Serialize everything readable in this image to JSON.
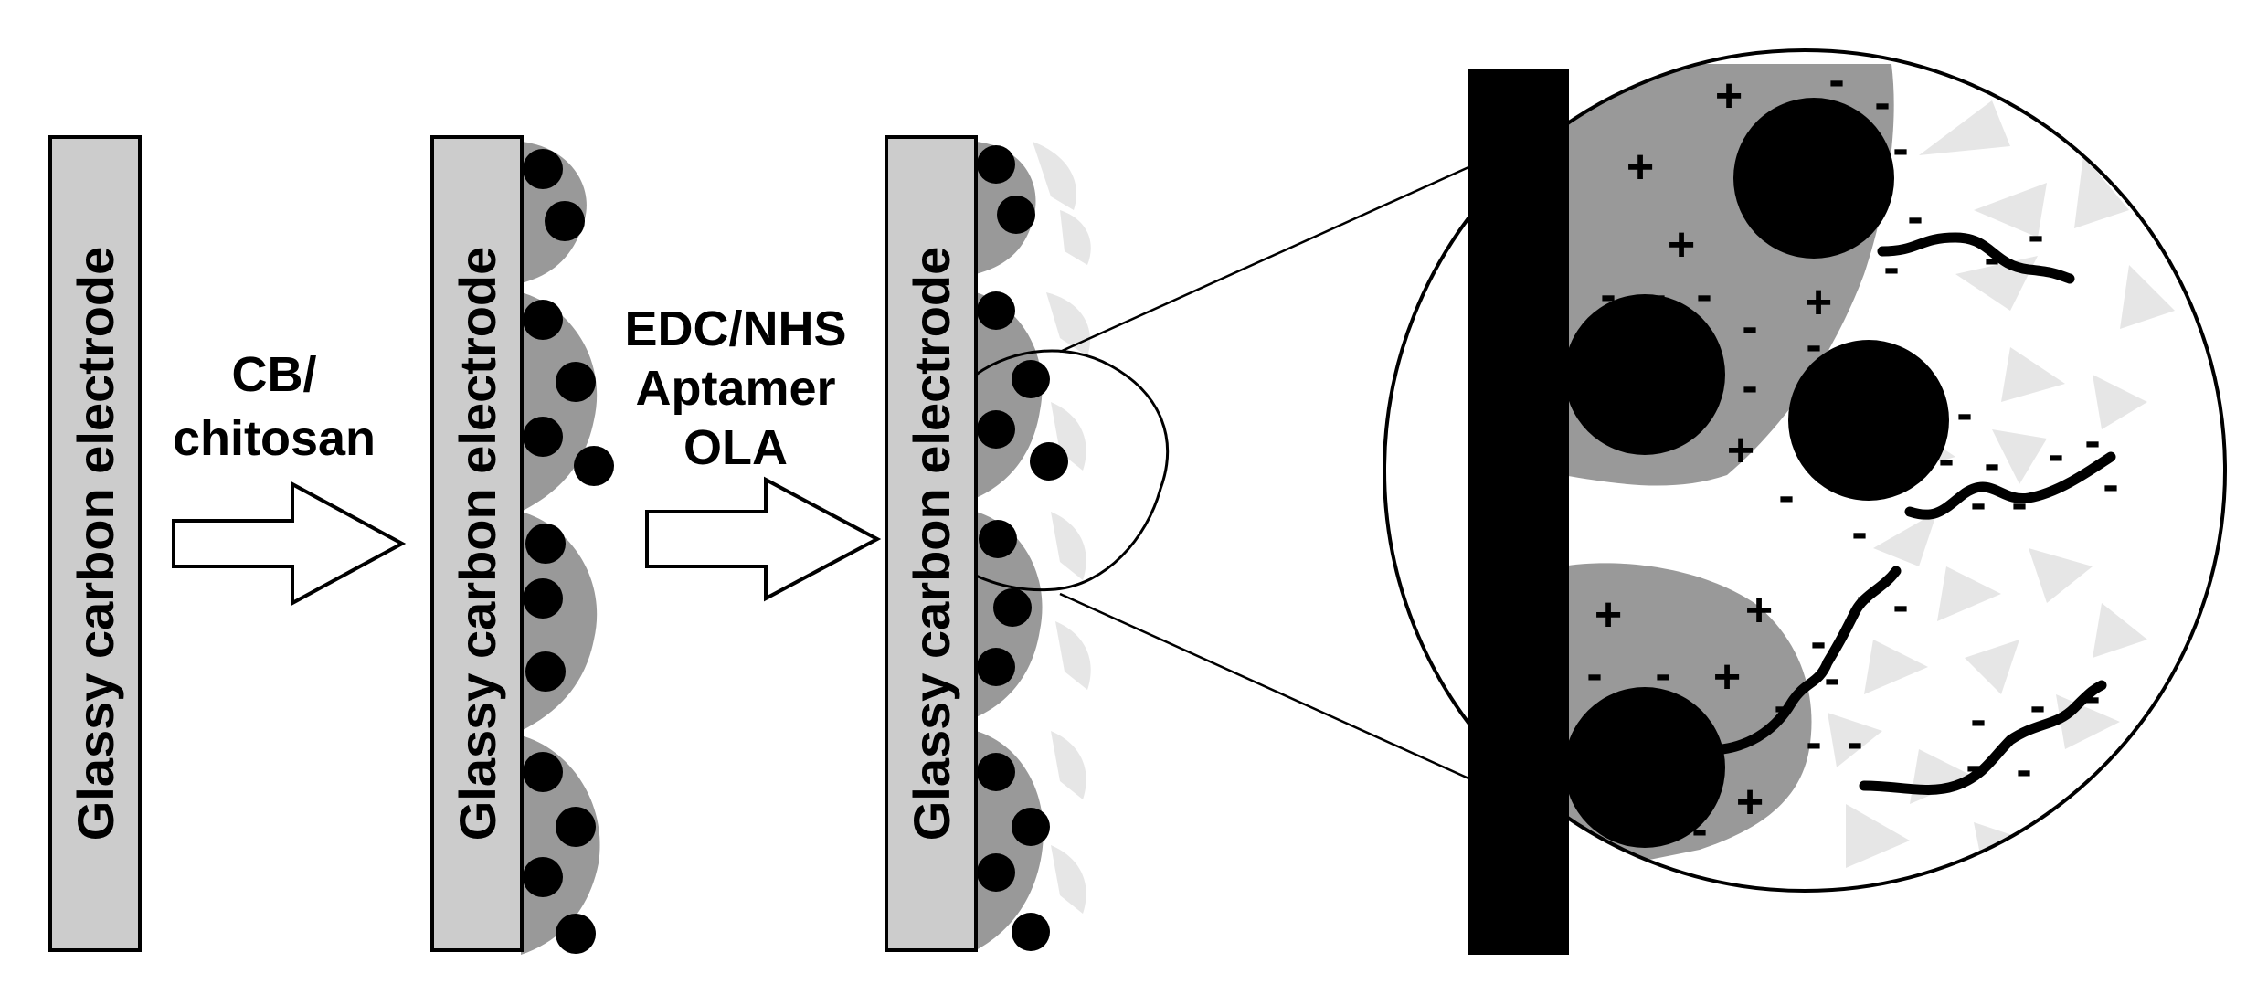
{
  "electrodes": [
    {
      "label": "Glassy carbon electrode"
    },
    {
      "label": "Glassy carbon electrode"
    },
    {
      "label": "Glassy carbon electrode"
    }
  ],
  "steps": [
    {
      "lines": [
        "CB/",
        "chitosan"
      ]
    },
    {
      "lines": [
        "EDC/NHS",
        "Aptamer",
        "OLA"
      ]
    }
  ],
  "charges": {
    "positive": "+",
    "negative": "-"
  },
  "colors": {
    "electrode_fill": "#cccccc",
    "chitosan_gray": "#999999",
    "aptamer_light": "#e6e6e6",
    "particle": "#000000",
    "background": "#ffffff"
  }
}
